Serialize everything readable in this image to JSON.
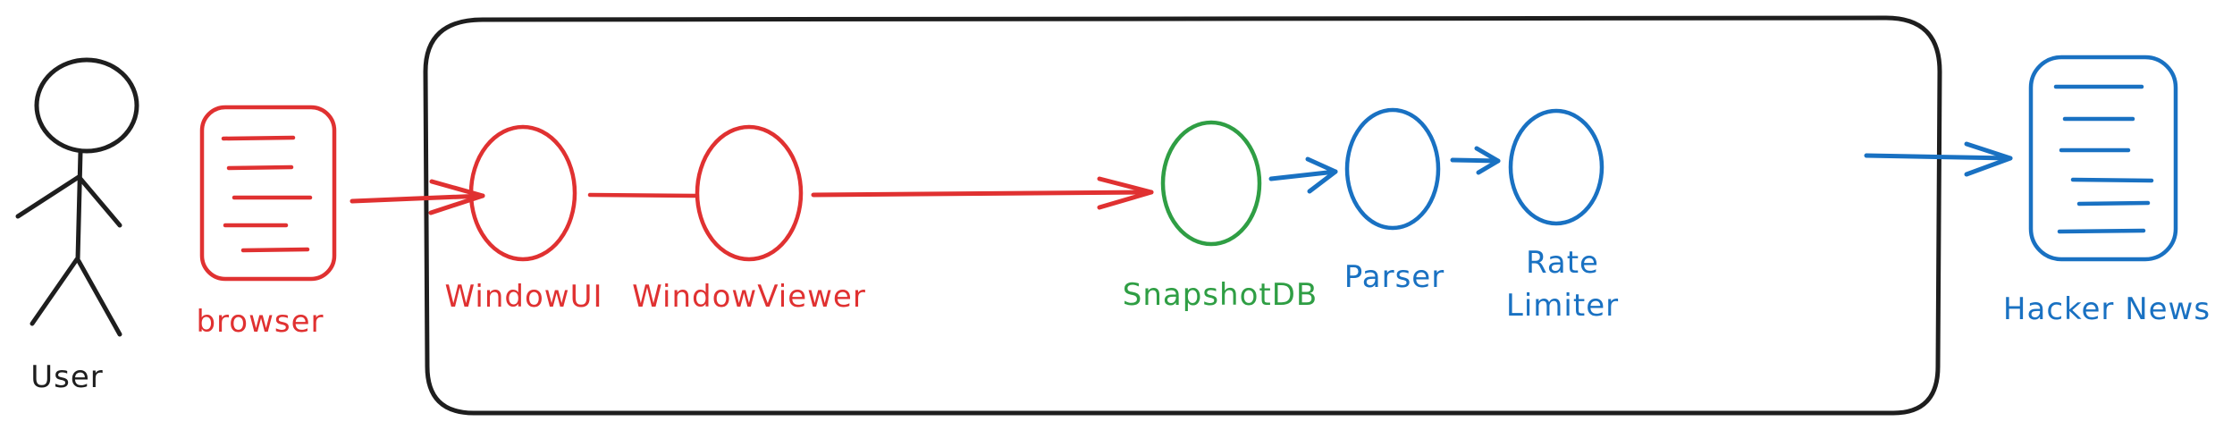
{
  "colors": {
    "red": "#e03131",
    "green": "#2f9e44",
    "blue": "#1971c2",
    "black": "#1e1e1e"
  },
  "nodes": {
    "user": {
      "label": "User",
      "shape": "stick-figure"
    },
    "browser": {
      "label": "browser",
      "shape": "document"
    },
    "window_ui": {
      "label": "WindowUI",
      "shape": "circle"
    },
    "window_viewer": {
      "label": "WindowViewer",
      "shape": "circle"
    },
    "snapshot_db": {
      "label": "SnapshotDB",
      "shape": "circle"
    },
    "parser": {
      "label": "Parser",
      "shape": "circle"
    },
    "rate_limiter": {
      "label": "Rate\nLimiter",
      "shape": "circle"
    },
    "hacker_news": {
      "label": "Hacker News",
      "shape": "document"
    }
  },
  "edges": [
    {
      "from": "browser",
      "to": "window_ui",
      "arrow": true,
      "color": "red"
    },
    {
      "from": "window_ui",
      "to": "window_viewer",
      "arrow": false,
      "color": "red"
    },
    {
      "from": "window_viewer",
      "to": "snapshot_db",
      "arrow": true,
      "color": "red"
    },
    {
      "from": "snapshot_db",
      "to": "parser",
      "arrow": true,
      "color": "blue"
    },
    {
      "from": "parser",
      "to": "rate_limiter",
      "arrow": true,
      "color": "blue"
    },
    {
      "from": "rate_limiter",
      "to": "hacker_news",
      "arrow": true,
      "color": "blue"
    }
  ],
  "groups": [
    {
      "name": "system-boundary",
      "contains": [
        "window_ui",
        "window_viewer",
        "snapshot_db",
        "parser",
        "rate_limiter"
      ]
    }
  ]
}
